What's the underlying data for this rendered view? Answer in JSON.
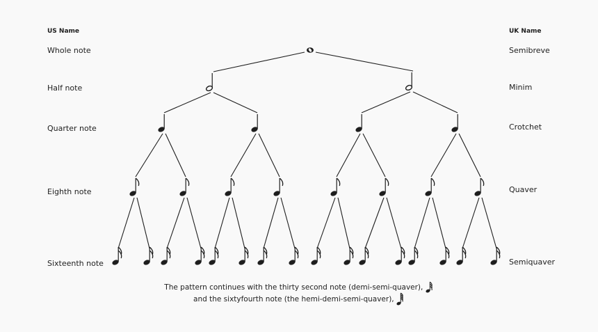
{
  "headers": {
    "us": "US Name",
    "uk": "UK Name"
  },
  "rows": [
    {
      "us": "Whole note",
      "uk": "Semibreve",
      "count": 1,
      "note": "whole"
    },
    {
      "us": "Half note",
      "uk": "Minim",
      "count": 2,
      "note": "half"
    },
    {
      "us": "Quarter note",
      "uk": "Crotchet",
      "count": 4,
      "note": "quarter"
    },
    {
      "us": "Eighth note",
      "uk": "Quaver",
      "count": 8,
      "note": "eighth"
    },
    {
      "us": "Sixteenth note",
      "uk": "Semiquaver",
      "count": 16,
      "note": "sixteenth"
    }
  ],
  "footer": {
    "line1": "The pattern continues with the thirty second note (demi-semi-quaver),",
    "line2": "and the sixtyfourth note (the hemi-demi-semi-quaver),",
    "icon1": "thirty-second-note-icon",
    "icon2": "sixty-fourth-note-icon"
  },
  "colors": {
    "ink": "#1e1e1e",
    "background": "#f9f9f9"
  }
}
